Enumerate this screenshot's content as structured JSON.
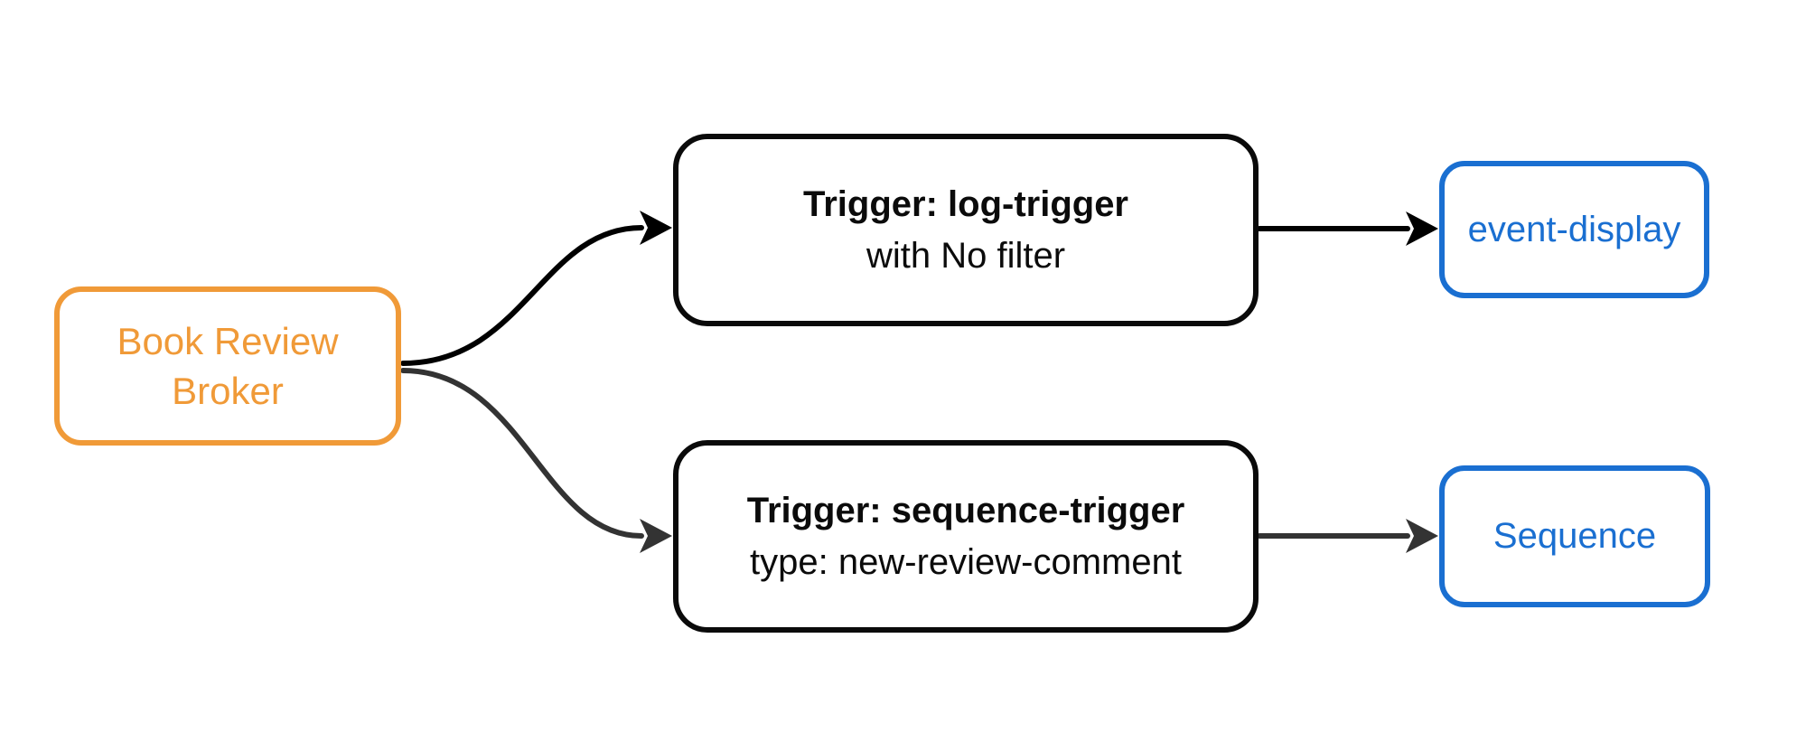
{
  "diagram": {
    "background": "#FFFFFF",
    "colors": {
      "broker_accent": "#F09A38",
      "trigger_border": "#0A0A0A",
      "output_accent": "#1A6FD1",
      "edge_primary": "#000000",
      "edge_secondary": "#333333"
    },
    "nodes": {
      "broker": {
        "lines": [
          "Book Review",
          "Broker"
        ],
        "color": "#F09A38"
      },
      "log_trigger": {
        "title": "Trigger: log-trigger",
        "subtitle": "with No filter",
        "border_color": "#0A0A0A"
      },
      "sequence_trigger": {
        "title": "Trigger: sequence-trigger",
        "subtitle": "type: new-review-comment",
        "border_color": "#0A0A0A"
      },
      "event_display": {
        "label": "event-display",
        "color": "#1A6FD1"
      },
      "sequence": {
        "label": "Sequence",
        "color": "#1A6FD1"
      }
    },
    "edges": [
      {
        "from": "book-review-broker",
        "to": "log-trigger",
        "color": "#000000",
        "shape": "curved"
      },
      {
        "from": "book-review-broker",
        "to": "sequence-trigger",
        "color": "#333333",
        "shape": "curved"
      },
      {
        "from": "log-trigger",
        "to": "event-display",
        "color": "#000000",
        "shape": "straight"
      },
      {
        "from": "sequence-trigger",
        "to": "sequence",
        "color": "#333333",
        "shape": "straight"
      }
    ]
  }
}
